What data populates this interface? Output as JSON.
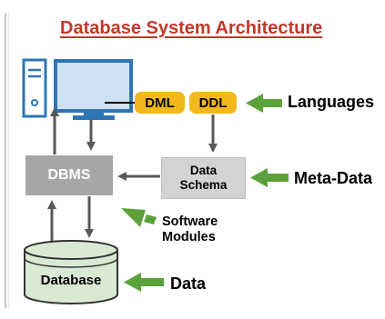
{
  "title": "Database System Architecture",
  "boxes": {
    "dbms": "DBMS",
    "schema_line1": "Data",
    "schema_line2": "Schema",
    "database": "Database"
  },
  "languages": {
    "dml": "DML",
    "ddl": "DDL"
  },
  "labels": {
    "languages": "Languages",
    "meta_data": "Meta-Data",
    "software_line1": "Software",
    "software_line2": "Modules",
    "data": "Data"
  },
  "colors": {
    "title": "#c0392b",
    "pill": "#f2b81c",
    "dbms_box": "#a6a6a6",
    "schema_box": "#d3d3d3",
    "database": "#d9ead3",
    "green_arrow": "#5aa13a",
    "gray_arrow": "#595959",
    "monitor": "#2e75b6"
  },
  "icons": [
    "computer-tower-icon",
    "monitor-icon"
  ]
}
